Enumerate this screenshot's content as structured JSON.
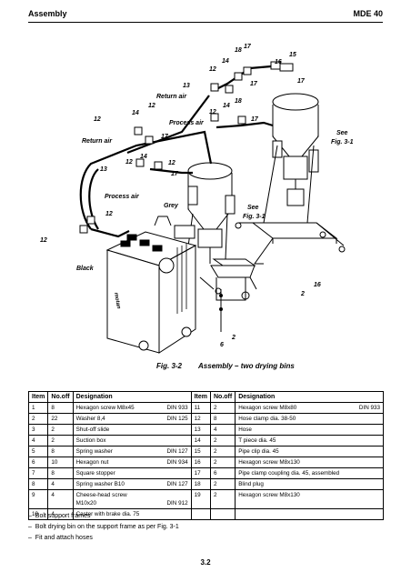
{
  "header": {
    "left": "Assembly",
    "right": "MDE 40"
  },
  "figure": {
    "labels": {
      "return_air_left": "Return air",
      "return_air_top": "Return air",
      "process_air_top": "Process air",
      "process_air_bottom": "Process air",
      "grey": "Grey",
      "black": "Black",
      "see1": "See",
      "see1b": "Fig. 3-1",
      "see2": "See",
      "see2b": "Fig. 3-1",
      "brand": "motan"
    },
    "numbers": {
      "n13a": "13",
      "n13b": "13",
      "n12a": "12",
      "n12b": "12",
      "n12c": "12",
      "n12d": "12",
      "n12e": "12",
      "n12f": "12",
      "n12g": "12",
      "n12h": "12",
      "n12i": "12",
      "n14a": "14",
      "n14b": "14",
      "n14c": "14",
      "n14d": "14",
      "n17a": "17",
      "n17b": "17",
      "n17c": "17",
      "n17d": "17",
      "n17e": "17",
      "n17f": "17",
      "n18a": "18",
      "n18b": "18",
      "n16a": "16",
      "n16b": "16",
      "n15": "15",
      "n2a": "2",
      "n2b": "2",
      "n6": "6"
    },
    "caption_number": "Fig. 3-2",
    "caption_text": "Assembly – two drying bins"
  },
  "table": {
    "headers": [
      "Item",
      "No.off",
      "Designation",
      "Item",
      "No.off",
      "Designation"
    ],
    "rows": [
      {
        "l": {
          "item": "1",
          "off": "8",
          "d": "Hexagon screw M8x45",
          "din": "DIN 933"
        },
        "r": {
          "item": "11",
          "off": "2",
          "d": "Hexagon screw M8x80",
          "din": "DIN 933"
        }
      },
      {
        "l": {
          "item": "2",
          "off": "22",
          "d": "Washer 8,4",
          "din": "DIN 125"
        },
        "r": {
          "item": "12",
          "off": "8",
          "d": "Hose clamp dia. 38-50",
          "din": ""
        }
      },
      {
        "l": {
          "item": "3",
          "off": "2",
          "d": "Shut-off slide",
          "din": ""
        },
        "r": {
          "item": "13",
          "off": "4",
          "d": "Hose",
          "din": ""
        }
      },
      {
        "l": {
          "item": "4",
          "off": "2",
          "d": "Suction box",
          "din": ""
        },
        "r": {
          "item": "14",
          "off": "2",
          "d": "T piece dia. 45",
          "din": ""
        }
      },
      {
        "l": {
          "item": "5",
          "off": "8",
          "d": "Spring washer",
          "din": "DIN 127"
        },
        "r": {
          "item": "15",
          "off": "2",
          "d": "Pipe clip dia. 45",
          "din": ""
        }
      },
      {
        "l": {
          "item": "6",
          "off": "10",
          "d": "Hexagon nut",
          "din": "DIN 934"
        },
        "r": {
          "item": "16",
          "off": "2",
          "d": "Hexagon screw M8x130",
          "din": ""
        }
      },
      {
        "l": {
          "item": "7",
          "off": "8",
          "d": "Square stopper",
          "din": ""
        },
        "r": {
          "item": "17",
          "off": "6",
          "d": "Pipe clamp coupling dia. 45, assembled",
          "din": ""
        }
      },
      {
        "l": {
          "item": "8",
          "off": "4",
          "d": "Spring washer B10",
          "din": "DIN 127"
        },
        "r": {
          "item": "18",
          "off": "2",
          "d": "Blind plug",
          "din": ""
        }
      },
      {
        "l": {
          "item": "9",
          "off": "4",
          "d": "Cheese-head screw",
          "d2": "M10x20",
          "din": "",
          "din2": "DIN 912"
        },
        "r": {
          "item": "19",
          "off": "2",
          "d": "Hexagon screw M8x130",
          "din": ""
        }
      },
      {
        "l": {
          "item": "10",
          "off": "4",
          "d": "Caster with brake dia. 75",
          "din": ""
        },
        "r": {
          "item": "",
          "off": "",
          "d": "",
          "din": ""
        }
      }
    ]
  },
  "notes": [
    "Bolt support frames",
    "Bolt drying bin on the support frame as per Fig. 3-1",
    "Fit and attach hoses"
  ],
  "page_number": "3.2"
}
